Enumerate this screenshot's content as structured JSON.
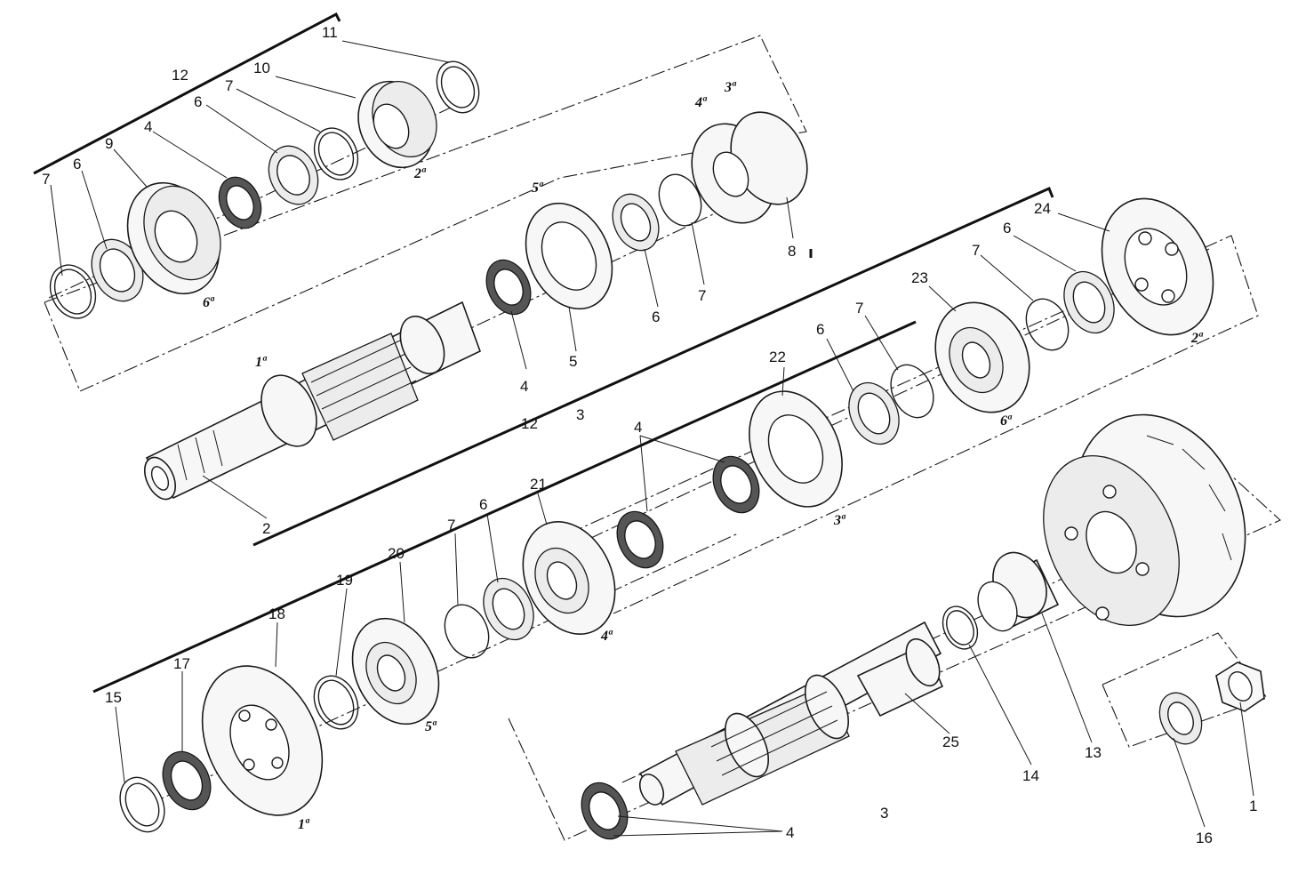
{
  "diagram": {
    "callouts": [
      "1",
      "2",
      "3",
      "4",
      "5",
      "6",
      "7",
      "8",
      "9",
      "10",
      "11",
      "12",
      "13",
      "14",
      "15",
      "16",
      "17",
      "18",
      "19",
      "20",
      "21",
      "22",
      "23",
      "24",
      "25"
    ],
    "gear_marks": {
      "first": "1ª",
      "second": "2ª",
      "third": "3ª",
      "fourth": "4ª",
      "fifth": "5ª",
      "sixth": "6ª"
    }
  }
}
